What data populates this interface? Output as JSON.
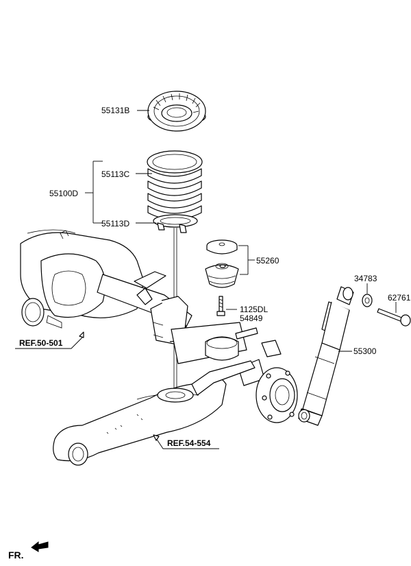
{
  "parts": {
    "spring_seat_upper": "55131B",
    "pad_upper": "55113C",
    "coil_spring": "55100D",
    "pad_lower": "55113D",
    "bump_stopper": "55260",
    "bolt": "1125DL",
    "bracket": "54849",
    "washer": "34783",
    "shock_bolt": "62761",
    "shock_absorber": "55300"
  },
  "references": {
    "axle": "REF.50-501",
    "trailing_arm": "REF.54-554"
  },
  "orientation": {
    "label": "FR."
  }
}
